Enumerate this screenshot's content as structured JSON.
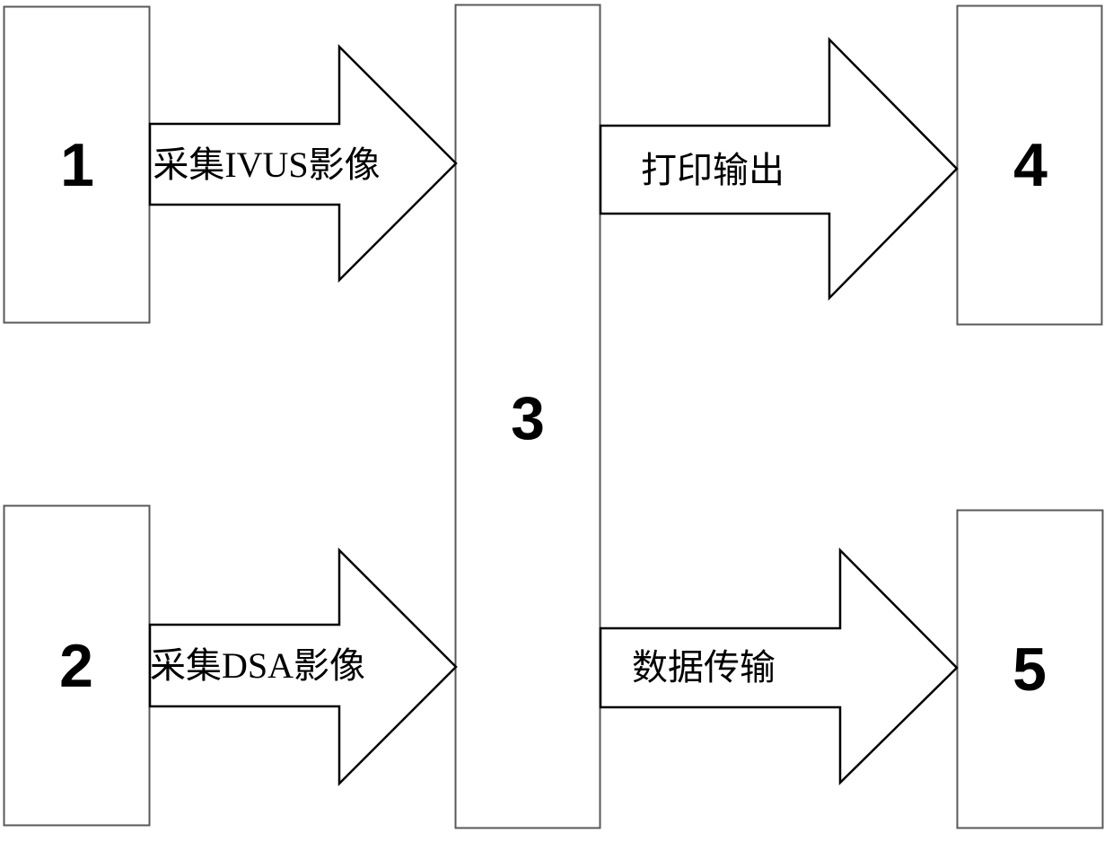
{
  "figure": {
    "type": "flow-diagram",
    "colors": {
      "background": "#ffffff",
      "box_stroke": "#595959",
      "arrow_stroke": "#000000",
      "text": "#000000"
    },
    "boxes": [
      {
        "id": "box-1",
        "label": "1"
      },
      {
        "id": "box-2",
        "label": "2"
      },
      {
        "id": "box-3",
        "label": "3"
      },
      {
        "id": "box-4",
        "label": "4"
      },
      {
        "id": "box-5",
        "label": "5"
      }
    ],
    "arrows": [
      {
        "id": "arrow-collect-ivus",
        "from": "1",
        "to": "3",
        "label": "采集IVUS影像"
      },
      {
        "id": "arrow-print-output",
        "from": "3",
        "to": "4",
        "label": "打印输出"
      },
      {
        "id": "arrow-collect-dsa",
        "from": "2",
        "to": "3",
        "label": "采集DSA影像"
      },
      {
        "id": "arrow-data-transfer",
        "from": "3",
        "to": "5",
        "label": "数据传输"
      }
    ]
  }
}
